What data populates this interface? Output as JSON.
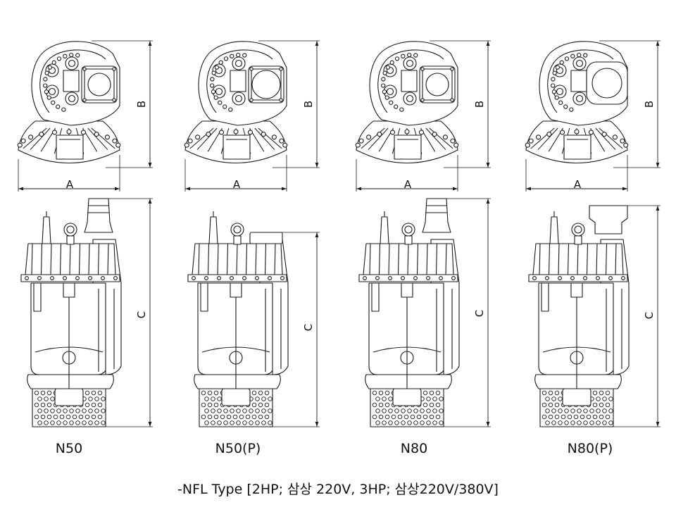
{
  "pumps": [
    {
      "model": "N50",
      "top_letters": [
        "A",
        "B"
      ],
      "side_letter": "C",
      "outlet": "hose"
    },
    {
      "model": "N50(P)",
      "top_letters": [
        "A",
        "B"
      ],
      "side_letter": "C",
      "outlet": "box"
    },
    {
      "model": "N80",
      "top_letters": [
        "A",
        "B"
      ],
      "side_letter": "C",
      "outlet": "hose"
    },
    {
      "model": "N80(P)",
      "top_letters": [
        "A",
        "B"
      ],
      "side_letter": "C",
      "outlet": "flange"
    }
  ],
  "caption": "-NFL Type  [2HP; 삼상 220V, 3HP; 삼상220V/380V]",
  "colors": {
    "line": "#1a1a1a",
    "fill": "#ffffff"
  }
}
